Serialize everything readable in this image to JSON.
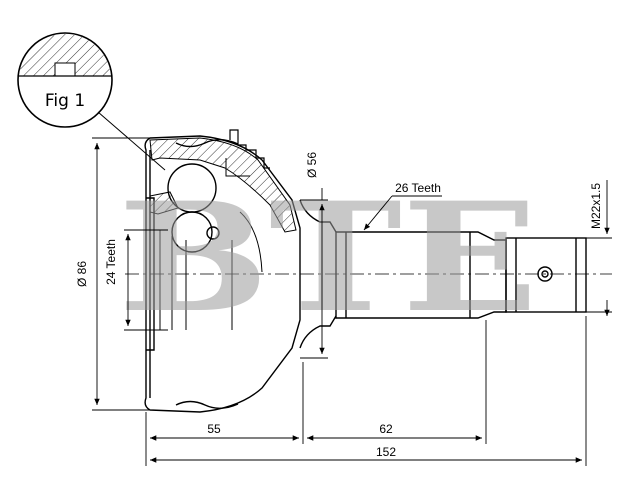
{
  "figure_label": "Fig 1",
  "watermark": "BTE",
  "dimensions": {
    "outer_diameter": "Ø 86",
    "inner_teeth": "24 Teeth",
    "shoulder_diameter": "Ø 56",
    "spline_teeth": "26 Teeth",
    "thread": "M22x1.5",
    "length_bell": "55",
    "length_shaft": "62",
    "length_total": "152"
  },
  "colors": {
    "line": "#000000",
    "watermark": "#9a9a9a"
  }
}
